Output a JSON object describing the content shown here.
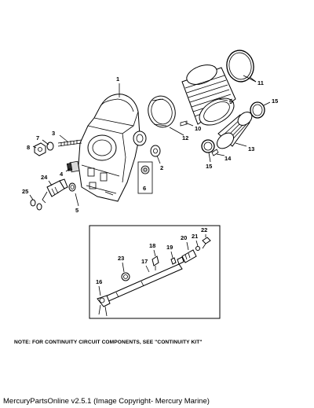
{
  "diagram": {
    "callouts": [
      {
        "id": "1",
        "label": "1"
      },
      {
        "id": "2",
        "label": "2"
      },
      {
        "id": "3",
        "label": "3"
      },
      {
        "id": "4",
        "label": "4"
      },
      {
        "id": "5",
        "label": "5"
      },
      {
        "id": "6",
        "label": "6"
      },
      {
        "id": "7",
        "label": "7"
      },
      {
        "id": "8",
        "label": "8"
      },
      {
        "id": "9",
        "label": "9"
      },
      {
        "id": "10",
        "label": "10"
      },
      {
        "id": "11",
        "label": "11"
      },
      {
        "id": "12",
        "label": "12"
      },
      {
        "id": "13",
        "label": "13"
      },
      {
        "id": "14",
        "label": "14"
      },
      {
        "id": "15a",
        "label": "15"
      },
      {
        "id": "15b",
        "label": "15"
      },
      {
        "id": "16",
        "label": "16"
      },
      {
        "id": "17",
        "label": "17"
      },
      {
        "id": "18",
        "label": "18"
      },
      {
        "id": "19",
        "label": "19"
      },
      {
        "id": "20",
        "label": "20"
      },
      {
        "id": "21",
        "label": "21"
      },
      {
        "id": "22",
        "label": "22"
      },
      {
        "id": "23",
        "label": "23"
      },
      {
        "id": "24",
        "label": "24"
      },
      {
        "id": "25",
        "label": "25"
      }
    ]
  },
  "note": "NOTE:  FOR CONTINUITY CIRCUIT COMPONENTS, SEE \"CONTINUITY KIT\"",
  "footer": "MercuryPartsOnline v2.5.1 (Image Copyright- Mercury Marine)"
}
